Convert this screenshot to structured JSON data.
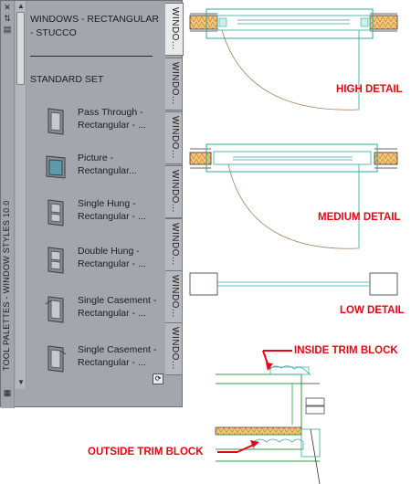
{
  "palette": {
    "vertical_title": "TOOL PALETTES - WINDOW STYLES 10.0",
    "title": "WINDOWS - RECTANGULAR - STUCCO",
    "section": "STANDARD SET",
    "tools": [
      {
        "label": "Pass Through - Rectangular - ...",
        "icon": "pass-through-window-icon"
      },
      {
        "label": "Picture - Rectangular...",
        "icon": "picture-window-icon"
      },
      {
        "label": "Single Hung - Rectangular - ...",
        "icon": "single-hung-window-icon"
      },
      {
        "label": "Double Hung - Rectangular - ...",
        "icon": "double-hung-window-icon"
      },
      {
        "label": "Single Casement - Rectangular - ...",
        "icon": "single-casement-window-icon"
      },
      {
        "label": "Single Casement - Rectangular - ...",
        "icon": "single-casement-window-icon"
      }
    ],
    "tabs": [
      "WINDO...",
      "WINDO...",
      "WINDO...",
      "WINDO...",
      "WINDO...",
      "WINDO...",
      "WINDO..."
    ],
    "strip_icons": [
      "close-icon",
      "autohide-icon",
      "properties-icon"
    ]
  },
  "callouts": {
    "high_detail": "HIGH DETAIL",
    "medium_detail": "MEDIUM DETAIL",
    "low_detail": "LOW DETAIL",
    "inside_trim": "INSIDE TRIM BLOCK",
    "outside_trim": "OUTSIDE TRIM BLOCK"
  },
  "colors": {
    "callout_red": "#e30613",
    "drawing_cyan": "#2fa8a0",
    "drawing_green": "#2e9e3c",
    "swing_brown": "#a0785a",
    "insulation": "#f3c77e"
  }
}
